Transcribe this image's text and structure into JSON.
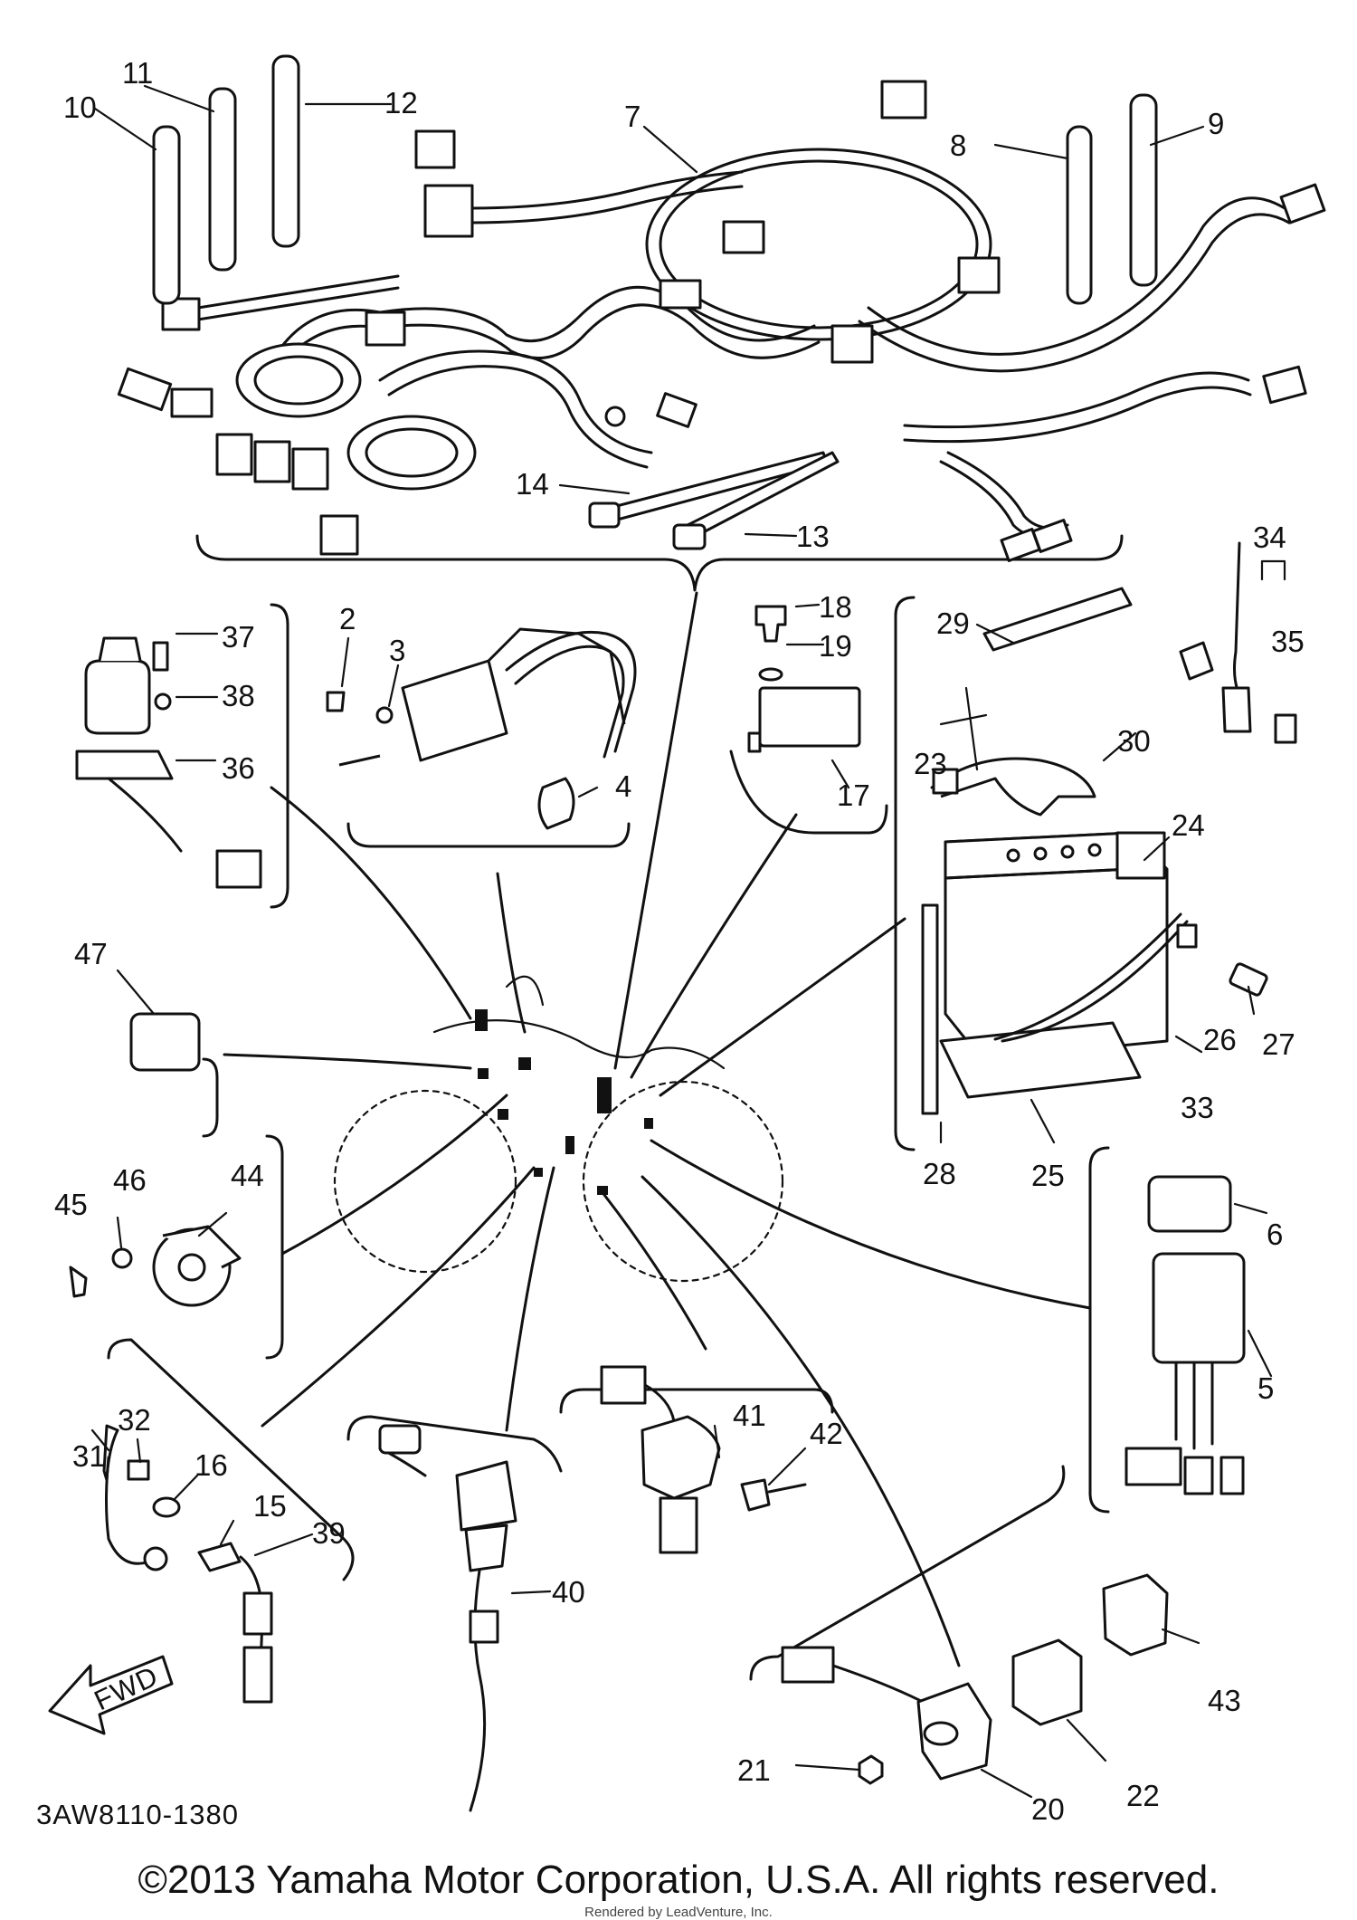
{
  "diagram": {
    "code": "3AW8110-1380",
    "fwd_label": "FWD",
    "callouts": [
      "2",
      "3",
      "4",
      "5",
      "6",
      "7",
      "8",
      "9",
      "10",
      "11",
      "12",
      "13",
      "14",
      "15",
      "16",
      "17",
      "18",
      "19",
      "20",
      "21",
      "22",
      "23",
      "24",
      "25",
      "26",
      "27",
      "28",
      "29",
      "30",
      "31",
      "32",
      "33",
      "34",
      "35",
      "36",
      "37",
      "38",
      "39",
      "40",
      "41",
      "42",
      "43",
      "44",
      "45",
      "46",
      "47"
    ]
  },
  "footer": {
    "copyright": "©2013 Yamaha Motor Corporation, U.S.A. All rights reserved.",
    "renderer": "Rendered by LeadVenture, Inc."
  }
}
